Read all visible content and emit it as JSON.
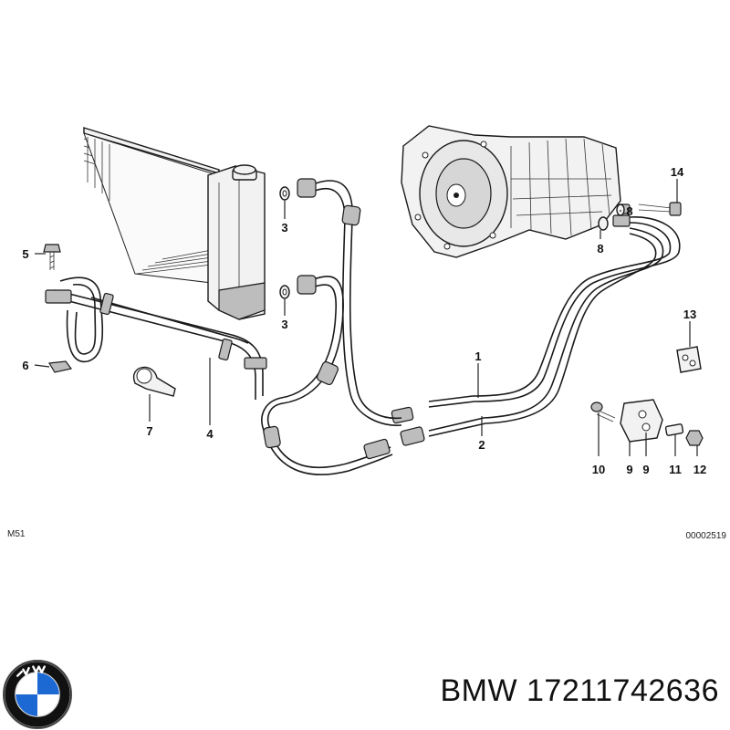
{
  "diagram": {
    "model_code": "M51",
    "drawing_number": "00002519",
    "callouts": {
      "c1": "1",
      "c2": "2",
      "c3a": "3",
      "c3b": "3",
      "c4": "4",
      "c5": "5",
      "c6": "6",
      "c7": "7",
      "c8a": "8",
      "c8b": "8",
      "c9a": "9",
      "c9b": "9",
      "c10": "10",
      "c11": "11",
      "c12": "12",
      "c13": "13",
      "c14": "14"
    }
  },
  "caption": {
    "brand": "BMW",
    "part_number": "17211742636"
  },
  "icons": {
    "logo": "bmw-roundel-icon"
  },
  "colors": {
    "roundel_blue": "#1c69d4",
    "roundel_ring": "#111111"
  }
}
